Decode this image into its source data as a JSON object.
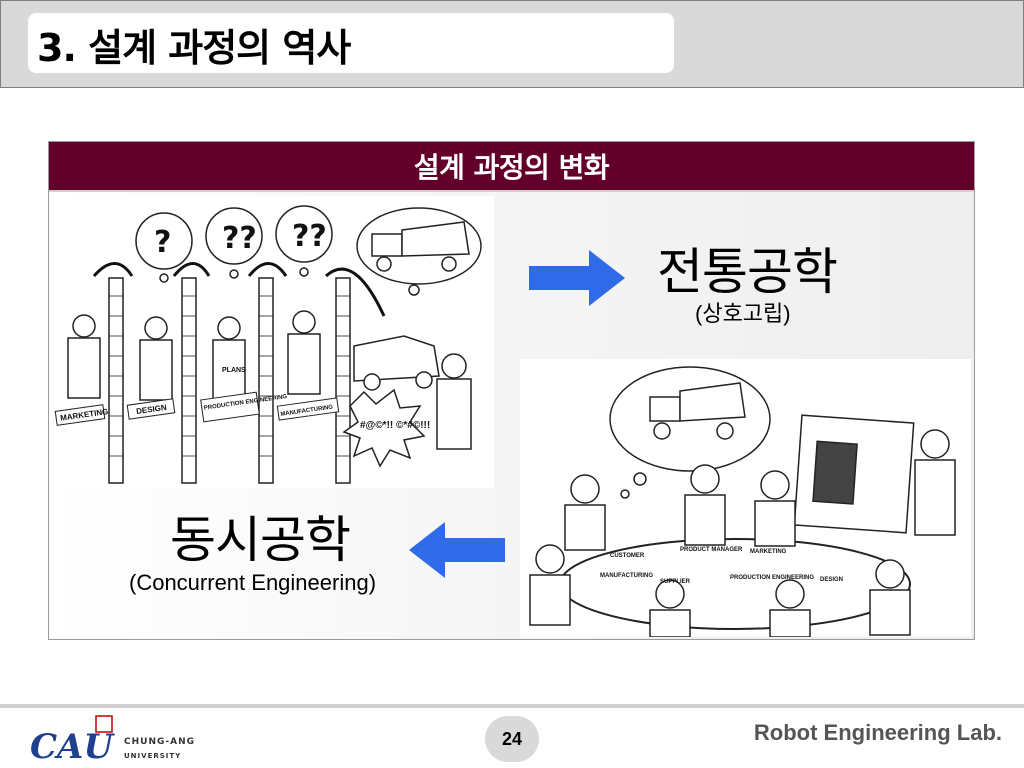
{
  "header": {
    "title": "3. 설계 과정의 역사"
  },
  "panel": {
    "heading": "설계 과정의 변화",
    "traditional": {
      "title": "전통공학",
      "subtitle": "(상호고립)"
    },
    "concurrent": {
      "title": "동시공학",
      "subtitle": "(Concurrent Engineering)"
    },
    "left_illustration": {
      "labels": [
        "MARKETING",
        "DESIGN",
        "PRODUCTION ENGINEERING",
        "MANUFACTURING",
        "PLANS",
        "#@©*!! ©*#©!!!"
      ]
    },
    "right_illustration": {
      "labels": [
        "CUSTOMER",
        "PRODUCT MANAGER",
        "MARKETING",
        "MANUFACTURING",
        "SUPPLIER",
        "PRODUCTION ENGINEERING",
        "DESIGN"
      ]
    },
    "arrow_color": "#2f6be8"
  },
  "footer": {
    "page_number": "24",
    "lab_name": "Robot Engineering Lab.",
    "logo_text": "CAU",
    "logo_sub_1": "CHUNG-ANG",
    "logo_sub_2": "UNIVERSITY"
  }
}
